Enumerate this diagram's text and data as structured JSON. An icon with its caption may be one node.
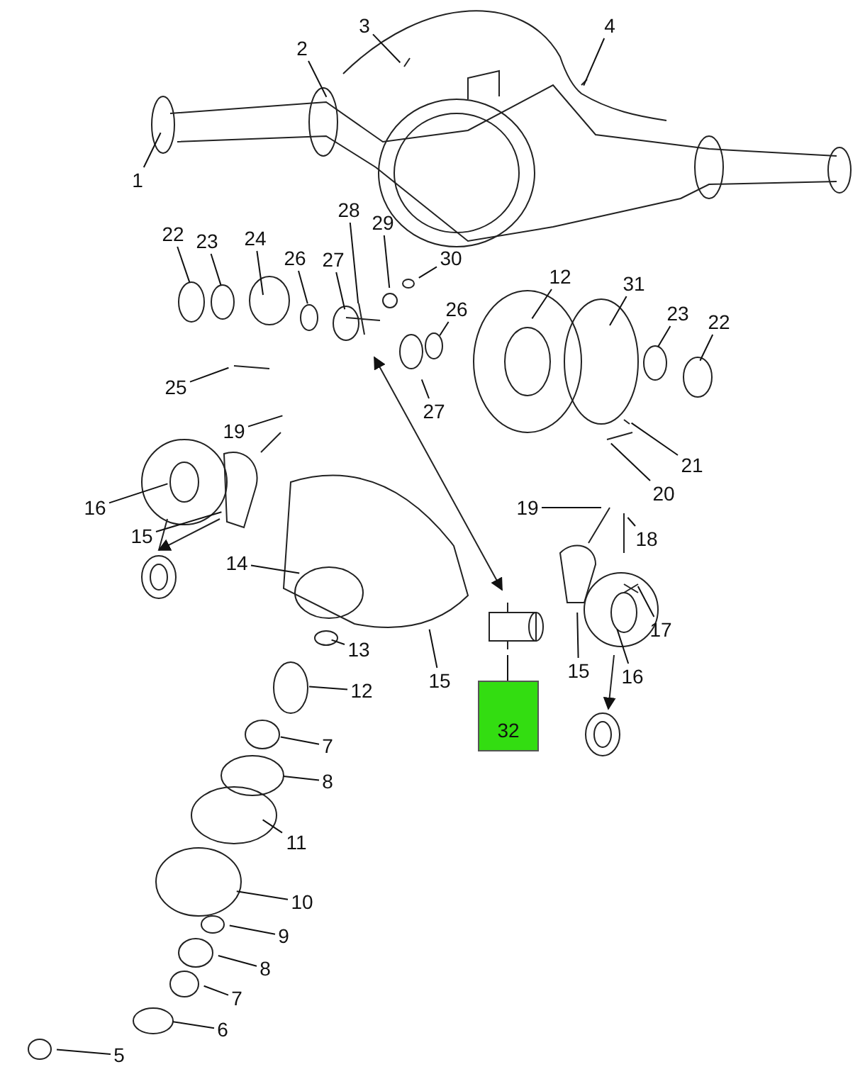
{
  "diagram": {
    "nodes": [
      {
        "text": [
          "3"
        ]
      },
      {
        "text": [
          "4"
        ]
      },
      {
        "text": [
          "2"
        ]
      },
      {
        "text": [
          "1"
        ]
      },
      {
        "text": [
          "28"
        ]
      },
      {
        "text": [
          "29"
        ]
      },
      {
        "text": [
          "22"
        ]
      },
      {
        "text": [
          "23"
        ]
      },
      {
        "text": [
          "24"
        ]
      },
      {
        "text": [
          "26"
        ]
      },
      {
        "text": [
          "27"
        ]
      },
      {
        "text": [
          "30"
        ]
      },
      {
        "text": [
          "12"
        ]
      },
      {
        "text": [
          "31"
        ]
      },
      {
        "text": [
          "26"
        ]
      },
      {
        "text": [
          "23"
        ]
      },
      {
        "text": [
          "22"
        ]
      },
      {
        "text": [
          "25"
        ]
      },
      {
        "text": [
          "27"
        ]
      },
      {
        "text": [
          "19"
        ]
      },
      {
        "text": [
          "21"
        ]
      },
      {
        "text": [
          "20"
        ]
      },
      {
        "text": [
          "16"
        ]
      },
      {
        "text": [
          "19"
        ]
      },
      {
        "text": [
          "18"
        ]
      },
      {
        "text": [
          "15"
        ]
      },
      {
        "text": [
          "14"
        ]
      },
      {
        "text": [
          "17"
        ]
      },
      {
        "text": [
          "13"
        ]
      },
      {
        "text": [
          "15"
        ]
      },
      {
        "text": [
          "15"
        ]
      },
      {
        "text": [
          "16"
        ]
      },
      {
        "text": [
          "12"
        ]
      },
      {
        "text": [
          "32"
        ]
      },
      {
        "text": [
          "7"
        ]
      },
      {
        "text": [
          "8"
        ]
      },
      {
        "text": [
          "11"
        ]
      },
      {
        "text": [
          "10"
        ]
      },
      {
        "text": [
          "9"
        ]
      },
      {
        "text": [
          "8"
        ]
      },
      {
        "text": [
          "7"
        ]
      },
      {
        "text": [
          "6"
        ]
      },
      {
        "text": [
          "5"
        ]
      }
    ],
    "edges": [
      {
        "from": 0,
        "to": null,
        "arrow": "none"
      },
      {
        "from": 1,
        "to": null,
        "arrow": "none"
      },
      {
        "from": 2,
        "to": null,
        "arrow": "none"
      },
      {
        "from": 3,
        "to": null,
        "arrow": "none"
      },
      {
        "from": 4,
        "to": null,
        "arrow": "none"
      },
      {
        "from": 5,
        "to": null,
        "arrow": "none"
      },
      {
        "from": 6,
        "to": null,
        "arrow": "none"
      },
      {
        "from": 7,
        "to": null,
        "arrow": "none"
      },
      {
        "from": 8,
        "to": null,
        "arrow": "none"
      },
      {
        "from": 9,
        "to": null,
        "arrow": "none"
      },
      {
        "from": 10,
        "to": null,
        "arrow": "none"
      },
      {
        "from": 11,
        "to": null,
        "arrow": "none"
      },
      {
        "from": 12,
        "to": null,
        "arrow": "none"
      },
      {
        "from": 13,
        "to": null,
        "arrow": "none"
      },
      {
        "from": 14,
        "to": null,
        "arrow": "none"
      },
      {
        "from": 15,
        "to": null,
        "arrow": "none"
      },
      {
        "from": 16,
        "to": null,
        "arrow": "none"
      },
      {
        "from": 17,
        "to": null,
        "arrow": "none"
      },
      {
        "from": 18,
        "to": null,
        "arrow": "none"
      },
      {
        "from": 19,
        "to": null,
        "arrow": "none"
      },
      {
        "from": 20,
        "to": null,
        "arrow": "none"
      },
      {
        "from": 21,
        "to": null,
        "arrow": "none"
      },
      {
        "from": 22,
        "to": null,
        "arrow": "none"
      },
      {
        "from": 23,
        "to": null,
        "arrow": "none"
      },
      {
        "from": 24,
        "to": null,
        "arrow": "none"
      },
      {
        "from": 25,
        "to": null,
        "arrow": "none"
      },
      {
        "from": 26,
        "to": null,
        "arrow": "none"
      },
      {
        "from": 27,
        "to": null,
        "arrow": "none"
      },
      {
        "from": 28,
        "to": null,
        "arrow": "none"
      },
      {
        "from": 29,
        "to": null,
        "arrow": "none"
      },
      {
        "from": 30,
        "to": null,
        "arrow": "none"
      },
      {
        "from": 31,
        "to": null,
        "arrow": "none"
      },
      {
        "from": 32,
        "to": null,
        "arrow": "none"
      },
      {
        "from": 33,
        "to": null,
        "arrow": "none"
      },
      {
        "from": 34,
        "to": null,
        "arrow": "none"
      },
      {
        "from": 35,
        "to": null,
        "arrow": "none"
      },
      {
        "from": 36,
        "to": null,
        "arrow": "none"
      },
      {
        "from": 37,
        "to": null,
        "arrow": "none"
      },
      {
        "from": 38,
        "to": null,
        "arrow": "none"
      },
      {
        "from": 39,
        "to": null,
        "arrow": "none"
      },
      {
        "from": 40,
        "to": null,
        "arrow": "none"
      },
      {
        "from": 41,
        "to": null,
        "arrow": "none"
      },
      {
        "from": 42,
        "to": null,
        "arrow": "none"
      }
    ]
  }
}
